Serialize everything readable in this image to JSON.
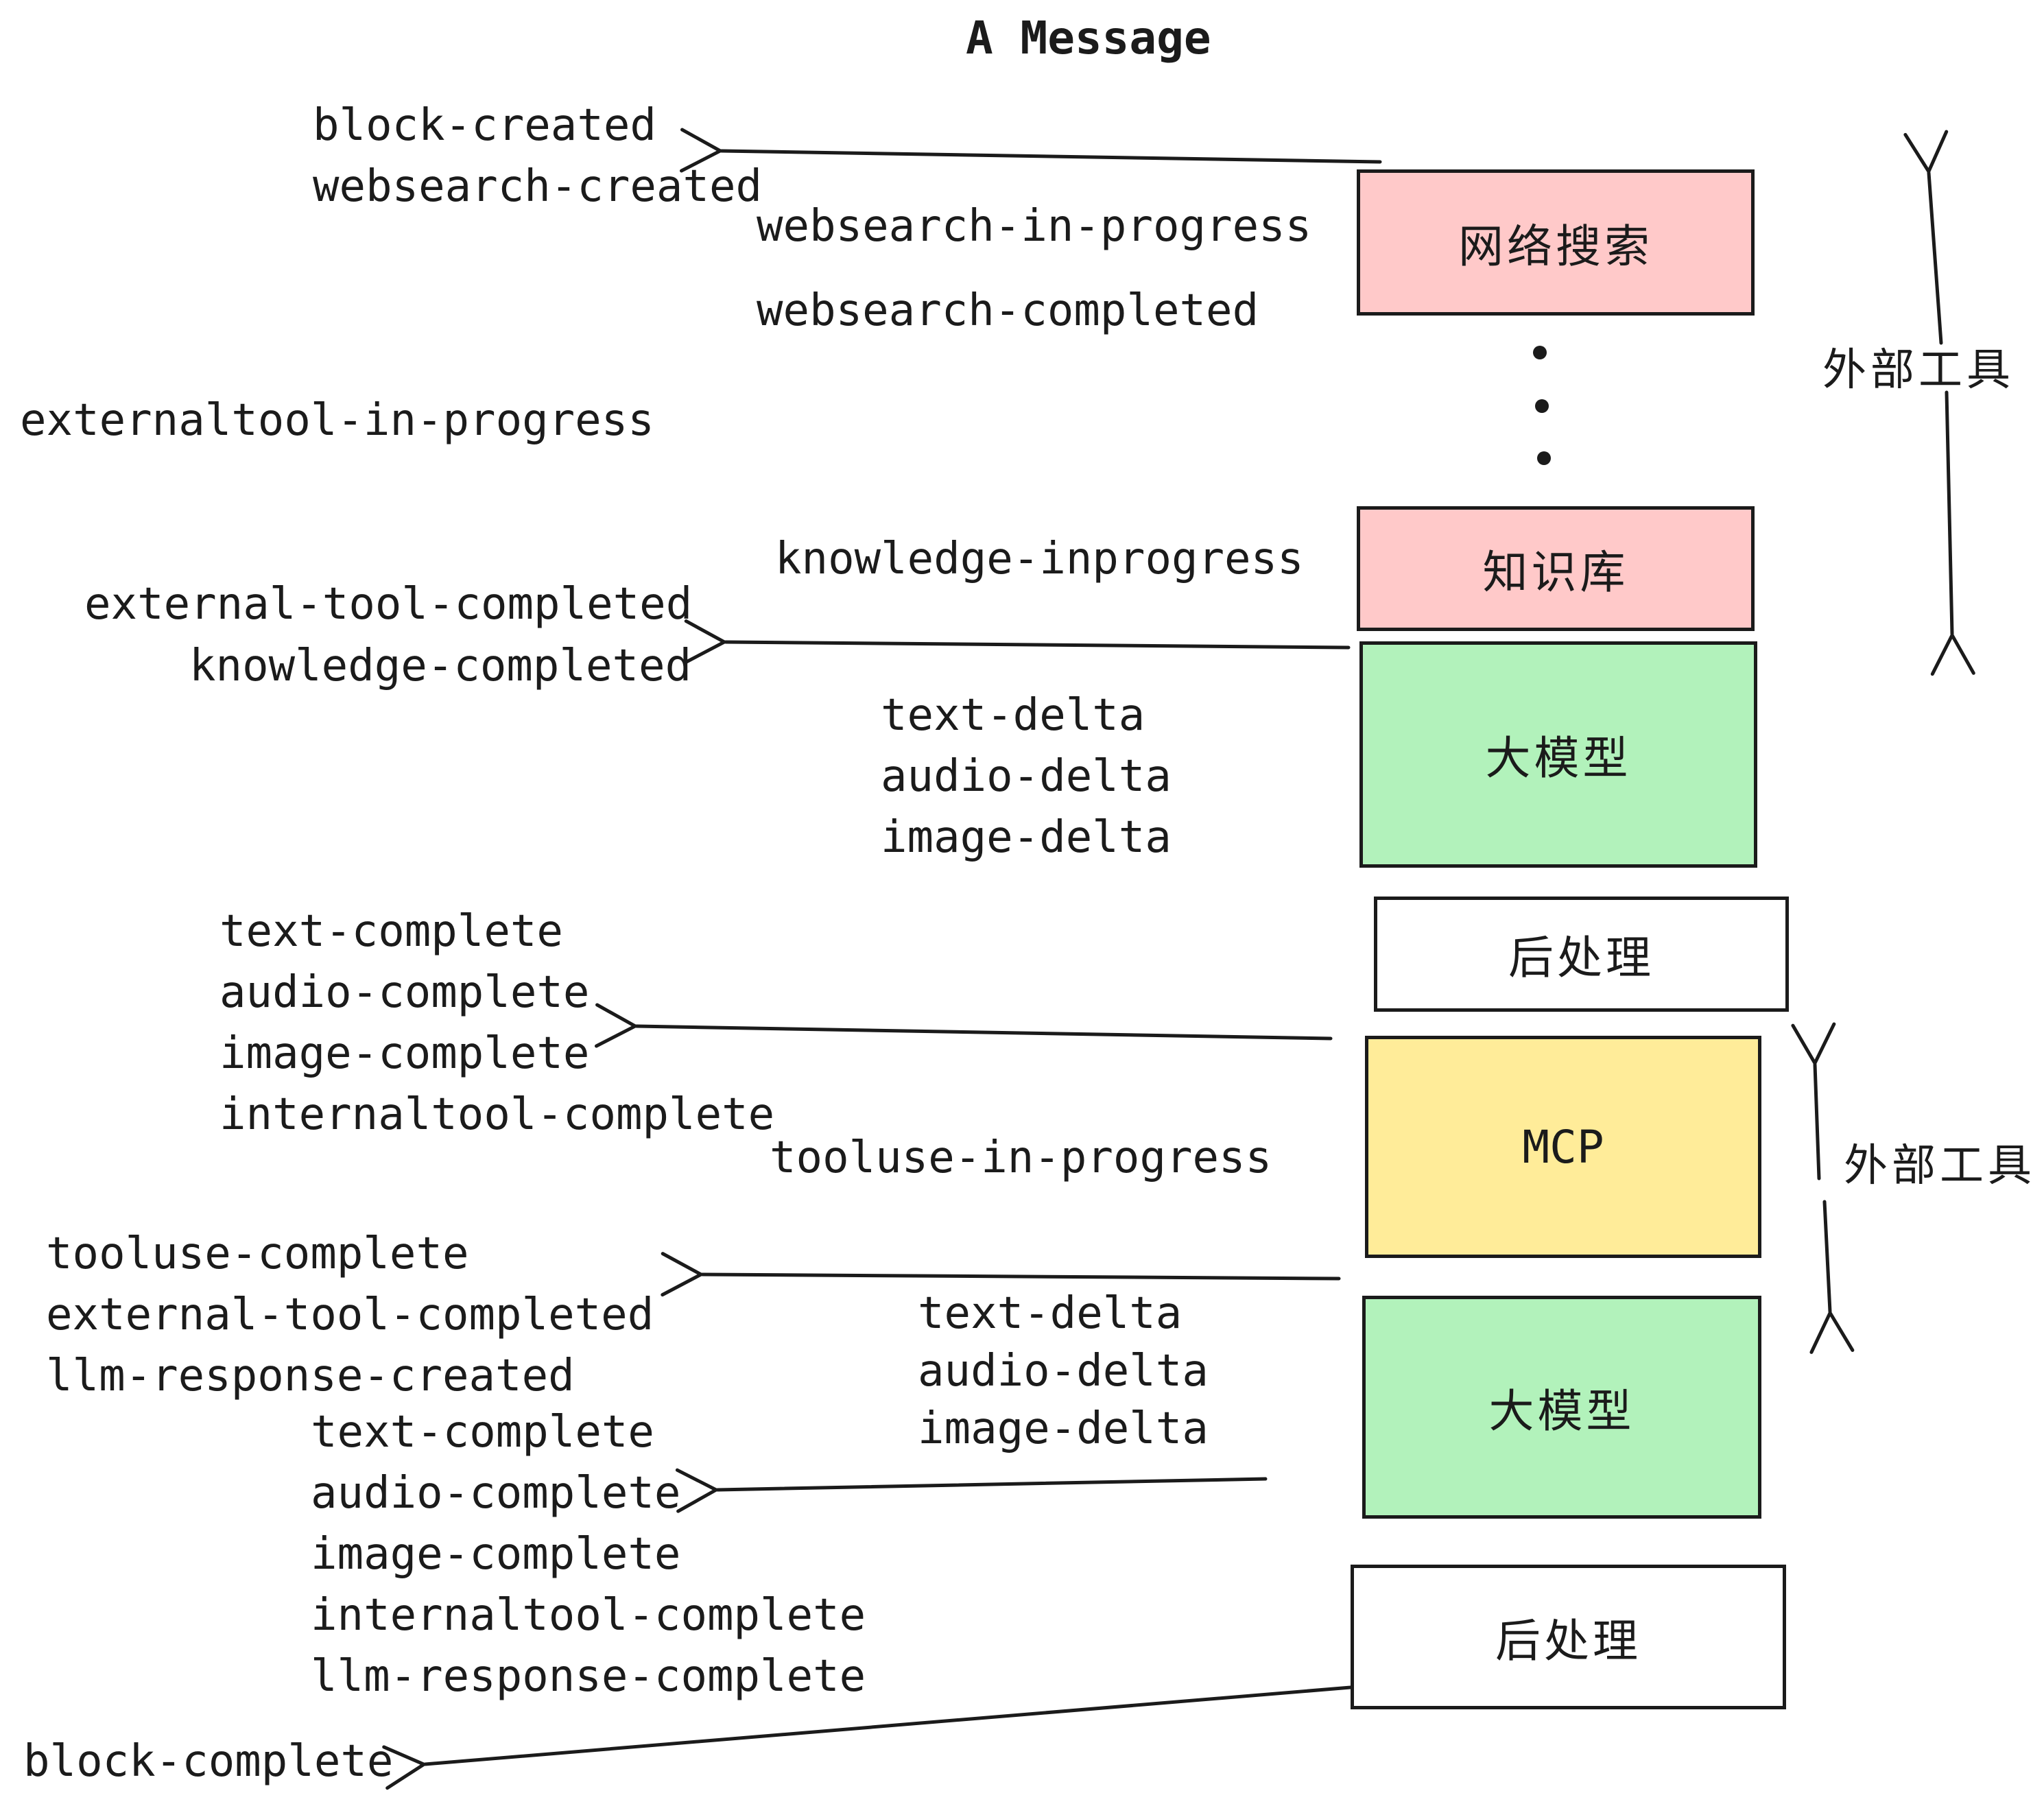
{
  "title": "A Message",
  "colors": {
    "pink": "#ffc9c9",
    "green": "#b2f2bb",
    "yellow": "#ffec99",
    "white": "#ffffff",
    "ink": "#1b1b1b"
  },
  "boxes": [
    {
      "label": "网络搜索",
      "color": "pink"
    },
    {
      "label": "知识库",
      "color": "pink"
    },
    {
      "label": "大模型",
      "color": "green"
    },
    {
      "label": "后处理",
      "color": "white"
    },
    {
      "label": "MCP",
      "color": "yellow"
    },
    {
      "label": "大模型",
      "color": "green"
    },
    {
      "label": "后处理",
      "color": "white"
    }
  ],
  "side_labels": [
    "外部工具",
    "外部工具"
  ],
  "events": [
    "block-created",
    "websearch-created",
    "websearch-in-progress",
    "websearch-completed",
    "externaltool-in-progress",
    "knowledge-inprogress",
    "external-tool-completed",
    "knowledge-completed",
    "text-delta",
    "audio-delta",
    "image-delta",
    "text-complete",
    "audio-complete",
    "image-complete",
    "internaltool-complete",
    "tooluse-in-progress",
    "tooluse-complete",
    "external-tool-completed",
    "llm-response-created",
    "text-complete",
    "audio-complete",
    "image-complete",
    "internaltool-complete",
    "llm-response-complete",
    "block-complete"
  ]
}
